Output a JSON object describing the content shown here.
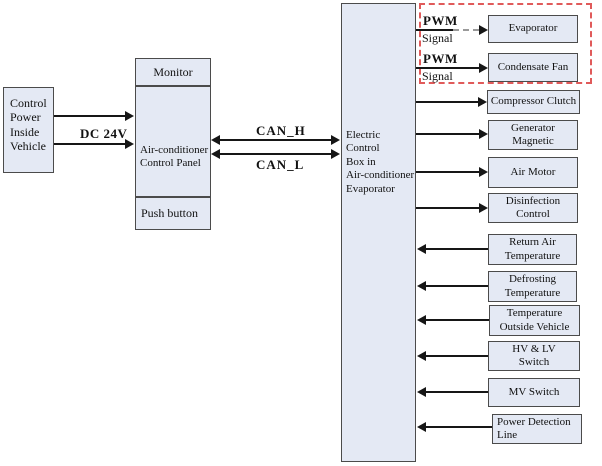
{
  "nodes": {
    "control_power": "Control\nPower\nInside\nVehicle",
    "monitor": "Monitor",
    "ac_control_panel": "Air-conditioner\nControl Panel",
    "push_button": "Push button",
    "electric_control_box": "Electric\nControl\nBox in\nAir-conditioner\nEvaporator",
    "evaporator": "Evaporator",
    "condensate_fan": "Condensate Fan",
    "compressor_clutch": "Compressor Clutch",
    "generator_magnetic": "Generator\nMagnetic",
    "air_motor": "Air Motor",
    "disinfection_control": "Disinfection\nControl",
    "return_air_temperature": "Return Air\nTemperature",
    "defrosting_temperature": "Defrosting\nTemperature",
    "temperature_outside_vehicle": "Temperature\nOutside Vehicle",
    "hv_lv_switch": "HV & LV\nSwitch",
    "mv_switch": "MV Switch",
    "power_detection_line": "Power Detection\nLine"
  },
  "signal_labels": {
    "dc_power": "DC 24V",
    "can_high": "CAN_H",
    "can_low": "CAN_L",
    "pwm1_top": "PWM",
    "pwm1_bottom": "Signal",
    "pwm2_top": "PWM",
    "pwm2_bottom": "Signal"
  },
  "connections": [
    {
      "from": "control_power",
      "to": "ac_control_panel",
      "label": "DC 24V",
      "direction": "right",
      "lines": 2
    },
    {
      "from": "ac_control_panel",
      "to": "electric_control_box",
      "label": "CAN_H",
      "direction": "both"
    },
    {
      "from": "ac_control_panel",
      "to": "electric_control_box",
      "label": "CAN_L",
      "direction": "both"
    },
    {
      "from": "electric_control_box",
      "to": "evaporator",
      "label": "PWM Signal",
      "direction": "right"
    },
    {
      "from": "electric_control_box",
      "to": "condensate_fan",
      "label": "PWM Signal",
      "direction": "right"
    },
    {
      "from": "electric_control_box",
      "to": "compressor_clutch",
      "label": "",
      "direction": "right"
    },
    {
      "from": "electric_control_box",
      "to": "generator_magnetic",
      "label": "",
      "direction": "right"
    },
    {
      "from": "electric_control_box",
      "to": "air_motor",
      "label": "",
      "direction": "right"
    },
    {
      "from": "electric_control_box",
      "to": "disinfection_control",
      "label": "",
      "direction": "right"
    },
    {
      "from": "return_air_temperature",
      "to": "electric_control_box",
      "label": "",
      "direction": "left"
    },
    {
      "from": "defrosting_temperature",
      "to": "electric_control_box",
      "label": "",
      "direction": "left"
    },
    {
      "from": "temperature_outside_vehicle",
      "to": "electric_control_box",
      "label": "",
      "direction": "left"
    },
    {
      "from": "hv_lv_switch",
      "to": "electric_control_box",
      "label": "",
      "direction": "left"
    },
    {
      "from": "mv_switch",
      "to": "electric_control_box",
      "label": "",
      "direction": "left"
    },
    {
      "from": "power_detection_line",
      "to": "electric_control_box",
      "label": "",
      "direction": "left"
    }
  ],
  "colors": {
    "box_fill": "#e4e9f4",
    "box_border": "#4b4b4b",
    "line_color": "#161616",
    "dashed_border": "#e05a5a",
    "text_color": "#111111",
    "background": "#ffffff"
  }
}
